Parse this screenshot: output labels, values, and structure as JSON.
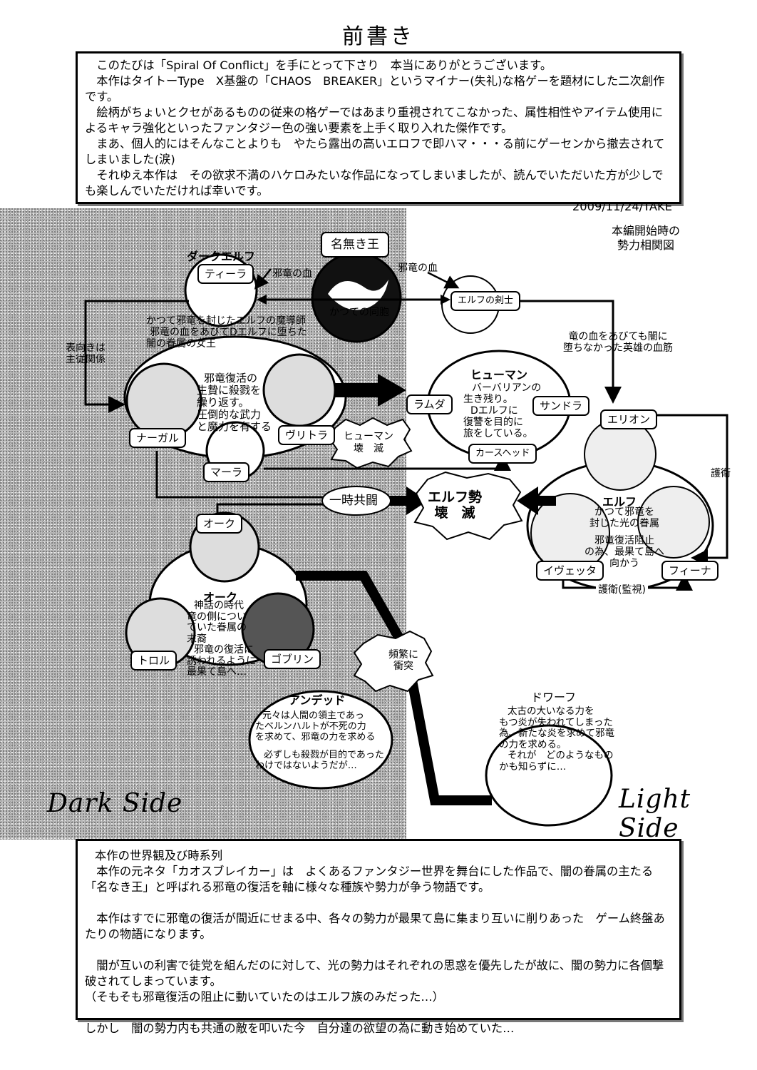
{
  "page": {
    "title": "前書き"
  },
  "intro": {
    "paragraphs": [
      "　このたびは「Spiral Of Conflict」を手にとって下さり　本当にありがとうございます。",
      "　本作はタイトーType　X基盤の「CHAOS　BREAKER」というマイナー(失礼)な格ゲーを題材にした二次創作です。",
      "　絵柄がちょいとクセがあるものの従来の格ゲーではあまり重視されてこなかった、属性相性やアイテム使用によるキャラ強化といったファンタジー色の強い要素を上手く取り入れた傑作です。",
      "　まあ、個人的にはそんなことよりも　やたら露出の高いエロフで即ハマ・・・る前にゲーセンから撤去されてしまいました(涙)",
      "　それゆえ本作は　その欲求不満のハケロみたいな作品になってしまいましたが、読んでいただいた方が少しでも楽しんでいただければ幸いです。"
    ],
    "signature": "2009/11/24/TAKE"
  },
  "diagram": {
    "caption": [
      "本編開始時の",
      "勢力相関図"
    ],
    "dark_side_label": "Dark Side",
    "light_side_label": "Light Side",
    "nameless_king": {
      "label": "名無き王",
      "icon": "dragon-portrait-icon"
    },
    "dark_elf": {
      "heading": "ダークエルフ",
      "character": "ティーラ",
      "description": [
        "かつて邪竜を封じたエルフの魔導師",
        "邪竜の血をあびてDエルフに堕ちた",
        "闇の眷属の女王"
      ]
    },
    "elf_swordsman": {
      "label": "エルフの剣士"
    },
    "edges": {
      "blood_left": "邪竜の血",
      "blood_right": "邪竜の血",
      "former_comrade": "かつての同胞",
      "master_servant": [
        "表向きは",
        "主従関係"
      ],
      "hero_bloodline": [
        "竜の血をあびても闇に",
        "堕ちなかった英雄の血筋"
      ],
      "escort": "護衛",
      "escort_watch": "護衛(監視)",
      "temporary_alliance": "一時共闘"
    },
    "nagal_group": {
      "description": [
        "邪竜復活の",
        "生贄に殺戮を",
        "繰り返す。",
        "圧倒的な武力",
        "と魔力を有する"
      ],
      "characters": [
        "ナーガル",
        "ヴリトラ",
        "マーラ"
      ]
    },
    "human_group": {
      "heading": "ヒューマン",
      "description": [
        "バーバリアンの",
        "生き残り。",
        "Dエルフに",
        "復讐を目的に",
        "旅をしている。"
      ],
      "characters": [
        "ラムダ",
        "サンドラ",
        "カースヘッド"
      ]
    },
    "bursts": {
      "human_destroyed": [
        "ヒューマン",
        "壊　滅"
      ],
      "elf_destroyed": [
        "エルフ勢",
        "壊　滅"
      ],
      "frequent_clash": [
        "頻繁に",
        "衝突"
      ]
    },
    "elf_group": {
      "heading": "エルフ",
      "description": [
        "かつて邪竜を",
        "封じた光の眷属",
        "邪竜復活阻止",
        "の為、最果て島へ",
        "向かう"
      ],
      "characters": [
        "エリオン",
        "イヴェッタ",
        "フィーナ"
      ]
    },
    "orc_group": {
      "heading": "オーク",
      "description": [
        "神話の時代",
        "竜の側につい",
        "ていた眷属の",
        "末裔",
        "邪竜の復活に",
        "誘われるように",
        "最果て島へ…"
      ],
      "characters": [
        "オーク",
        "トロル",
        "ゴブリン"
      ]
    },
    "undead_group": {
      "heading": "アンデッド",
      "description": [
        "元々は人間の領主であっ",
        "たベルンハルトが不死の力",
        "を求めて、邪竜の力を求める",
        "",
        "必ずしも殺戮が目的であった",
        "わけではないようだが…"
      ]
    },
    "dwarf_group": {
      "heading": "ドワーフ",
      "description": [
        "太古の大いなる力を",
        "もつ炎が失われてしまった",
        "為、新たな炎を求めて邪竜",
        "の力を求める。",
        "それが　どのようなもの",
        "かも知らずに…"
      ]
    }
  },
  "outro": {
    "heading": "本作の世界観及び時系列",
    "paragraphs": [
      "　本作の元ネタ「カオスブレイカー」は　よくあるファンタジー世界を舞台にした作品で、闇の眷属の主たる「名なき王」と呼ばれる邪竜の復活を軸に様々な種族や勢力が争う物語です。",
      "",
      "　本作はすでに邪竜の復活が間近にせまる中、各々の勢力が最果て島に集まり互いに削りあった　ゲーム終盤あたりの物語になります。",
      "",
      "　闇が互いの利害で徒党を組んだのに対して、光の勢力はそれぞれの思惑を優先したが故に、闇の勢力に各個撃破されてしまっています。",
      "（そもそも邪竜復活の阻止に動いていたのはエルフ族のみだった…）",
      "",
      "しかし　闇の勢力内も共通の敵を叩いた今　自分達の欲望の為に動き始めていた…"
    ]
  }
}
